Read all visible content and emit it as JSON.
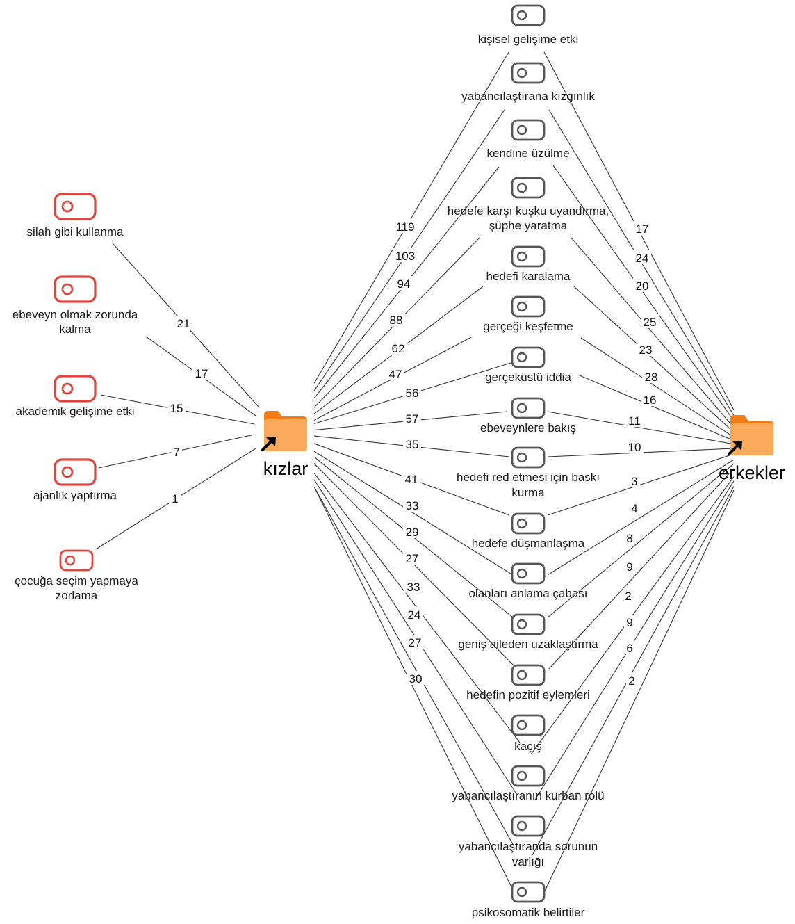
{
  "hubs": {
    "left": {
      "label": "kızlar",
      "icon": "folder-shortcut-icon"
    },
    "right": {
      "label": "erkekler",
      "icon": "folder-shortcut-icon"
    }
  },
  "left_codes": [
    {
      "lines": [
        "silah gibi kullanma"
      ],
      "weight": 21
    },
    {
      "lines": [
        "ebeveyn olmak zorunda",
        "kalma"
      ],
      "weight": 17
    },
    {
      "lines": [
        "akademik gelişime etki"
      ],
      "weight": 15
    },
    {
      "lines": [
        "ajanlık yaptırma"
      ],
      "weight": 7
    },
    {
      "lines": [
        "çocuğa seçim yapmaya",
        "zorlama"
      ],
      "weight": 1
    }
  ],
  "shared_codes": [
    {
      "lines": [
        "kişisel gelişime etki"
      ],
      "kizlar": 119,
      "erkekler": 17
    },
    {
      "lines": [
        "yabancılaştırana kızgınlık"
      ],
      "kizlar": 103,
      "erkekler": 24
    },
    {
      "lines": [
        "kendine üzülme"
      ],
      "kizlar": 94,
      "erkekler": 20
    },
    {
      "lines": [
        "hedefe karşı kuşku uyandırma,",
        "şüphe yaratma"
      ],
      "kizlar": 88,
      "erkekler": 25
    },
    {
      "lines": [
        "hedefi karalama"
      ],
      "kizlar": 62,
      "erkekler": 23
    },
    {
      "lines": [
        "gerçeği keşfetme"
      ],
      "kizlar": 47,
      "erkekler": 28
    },
    {
      "lines": [
        "gerçeküstü iddia"
      ],
      "kizlar": 56,
      "erkekler": 16
    },
    {
      "lines": [
        "ebeveynlere bakış"
      ],
      "kizlar": 57,
      "erkekler": 11
    },
    {
      "lines": [
        "hedefi red etmesi için baskı",
        "kurma"
      ],
      "kizlar": 35,
      "erkekler": 10
    },
    {
      "lines": [
        "hedefe düşmanlaşma"
      ],
      "kizlar": 41,
      "erkekler": 3
    },
    {
      "lines": [
        "olanları anlama çabası"
      ],
      "kizlar": 33,
      "erkekler": 4
    },
    {
      "lines": [
        "geniş aileden uzaklaştırma"
      ],
      "kizlar": 29,
      "erkekler": 8
    },
    {
      "lines": [
        "hedefin pozitif eylemleri"
      ],
      "kizlar": 27,
      "erkekler": 9
    },
    {
      "lines": [
        "kaçış"
      ],
      "kizlar": 33,
      "erkekler": 2
    },
    {
      "lines": [
        "yabancılaştıranın kurban rolü"
      ],
      "kizlar": 24,
      "erkekler": 9
    },
    {
      "lines": [
        "yabancılaştıranda sorunun",
        "varlığı"
      ],
      "kizlar": 27,
      "erkekler": 6
    },
    {
      "lines": [
        "psikosomatik belirtiler"
      ],
      "kizlar": 30,
      "erkekler": 2
    }
  ],
  "colors": {
    "left_code_icon": "#e0443a",
    "shared_code_icon": "#555555",
    "folder_front": "#fbaa5c",
    "folder_back": "#ef7d1a",
    "edge": "#333333",
    "text": "#1a1a1a"
  }
}
